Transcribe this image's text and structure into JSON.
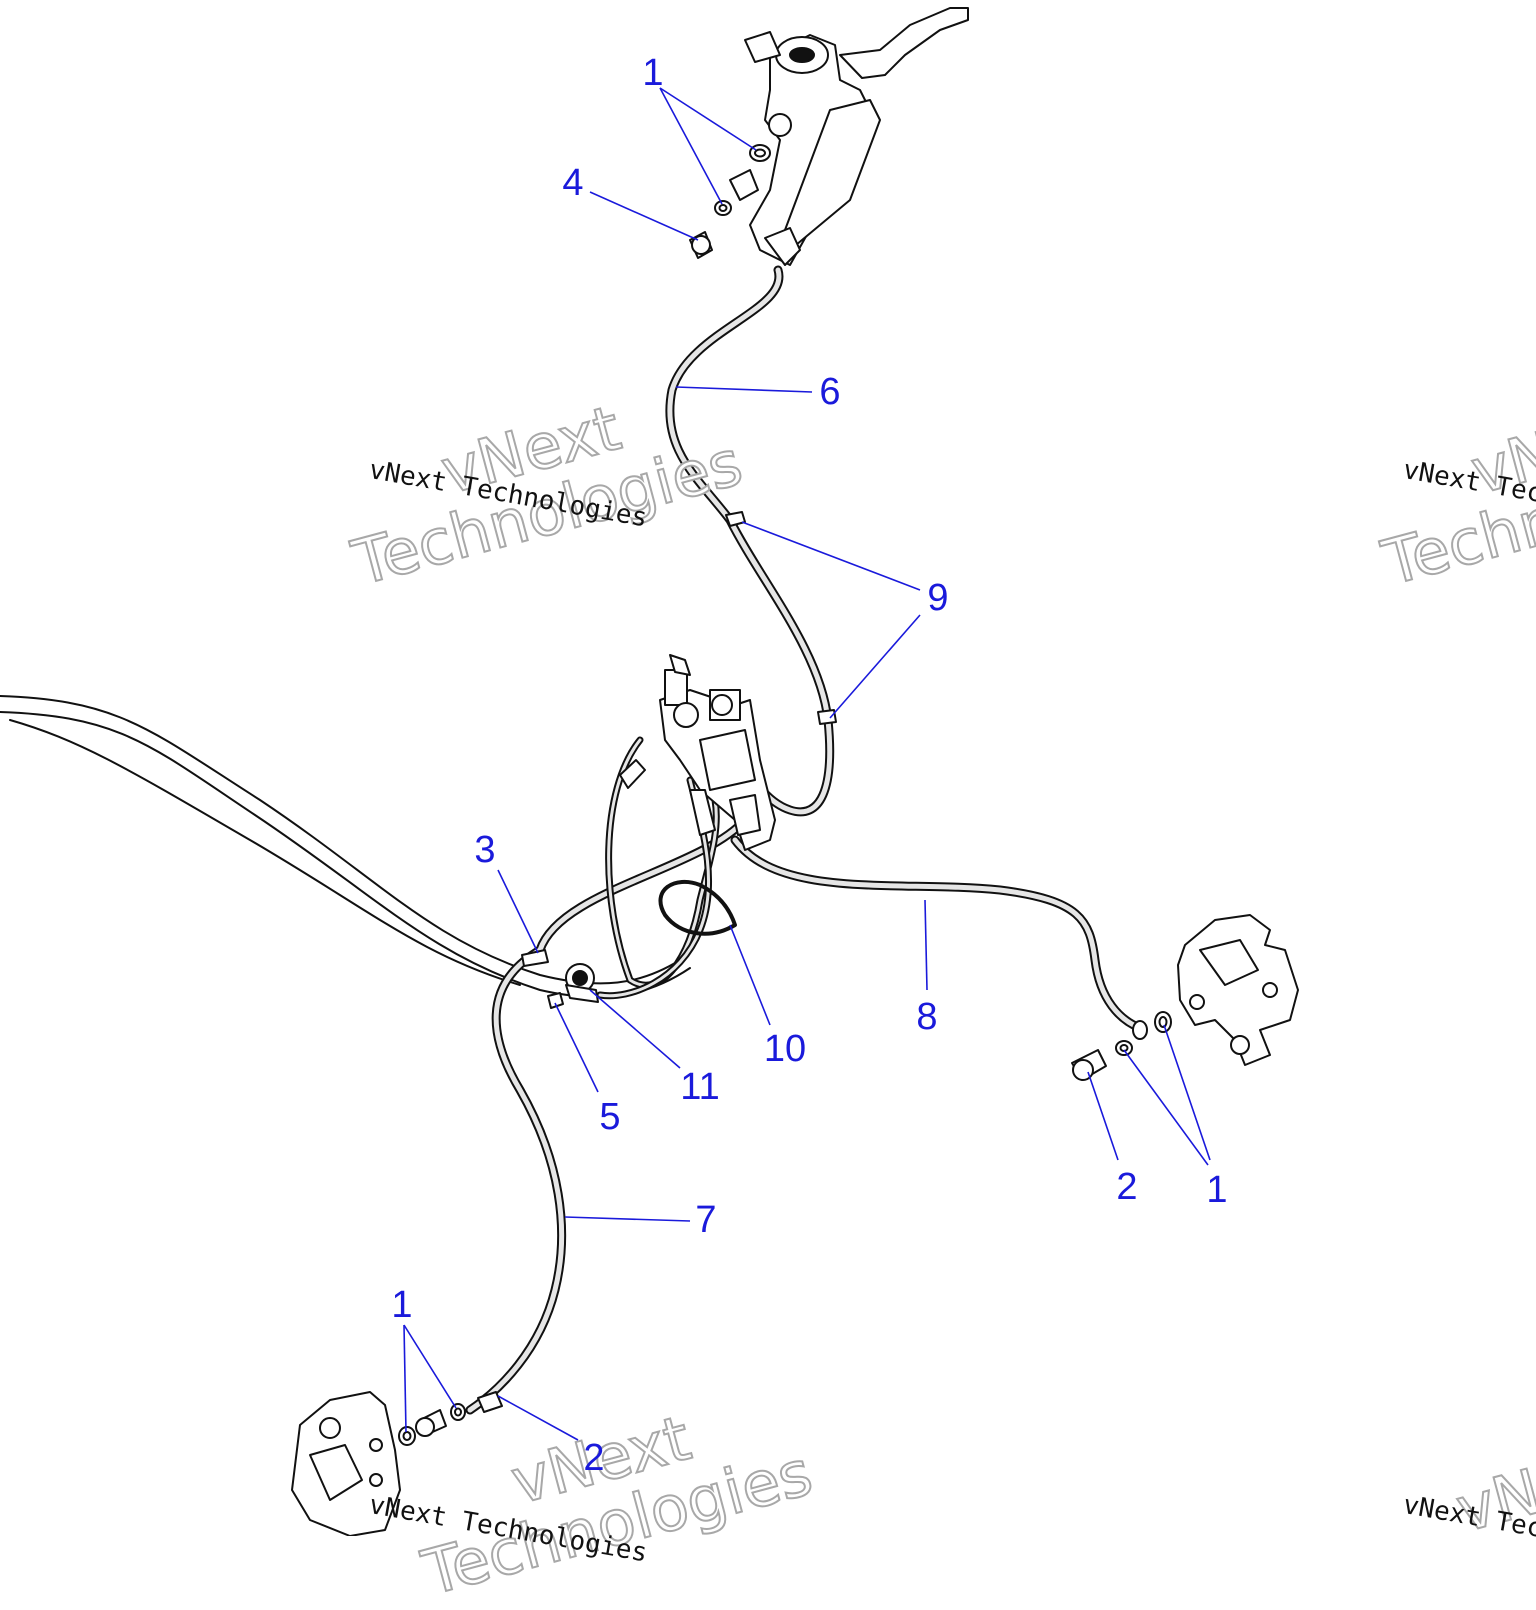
{
  "callouts": [
    {
      "id": "c1a",
      "text": "1"
    },
    {
      "id": "c4",
      "text": "4"
    },
    {
      "id": "c6",
      "text": "6"
    },
    {
      "id": "c9",
      "text": "9"
    },
    {
      "id": "c3",
      "text": "3"
    },
    {
      "id": "c8",
      "text": "8"
    },
    {
      "id": "c10",
      "text": "10"
    },
    {
      "id": "c11",
      "text": "11"
    },
    {
      "id": "c5",
      "text": "5"
    },
    {
      "id": "c2a",
      "text": "2"
    },
    {
      "id": "c1b",
      "text": "1"
    },
    {
      "id": "c7",
      "text": "7"
    },
    {
      "id": "c1c",
      "text": "1"
    },
    {
      "id": "c2b",
      "text": "2"
    }
  ],
  "watermark": {
    "small": "vNext Technologies",
    "big_line1": "vNext",
    "big_line2": "Technologies"
  },
  "colors": {
    "callout": "#1a1adb",
    "line": "#1a1adb",
    "drawing": "#111111",
    "hose_fill": "#e6e6e6"
  }
}
